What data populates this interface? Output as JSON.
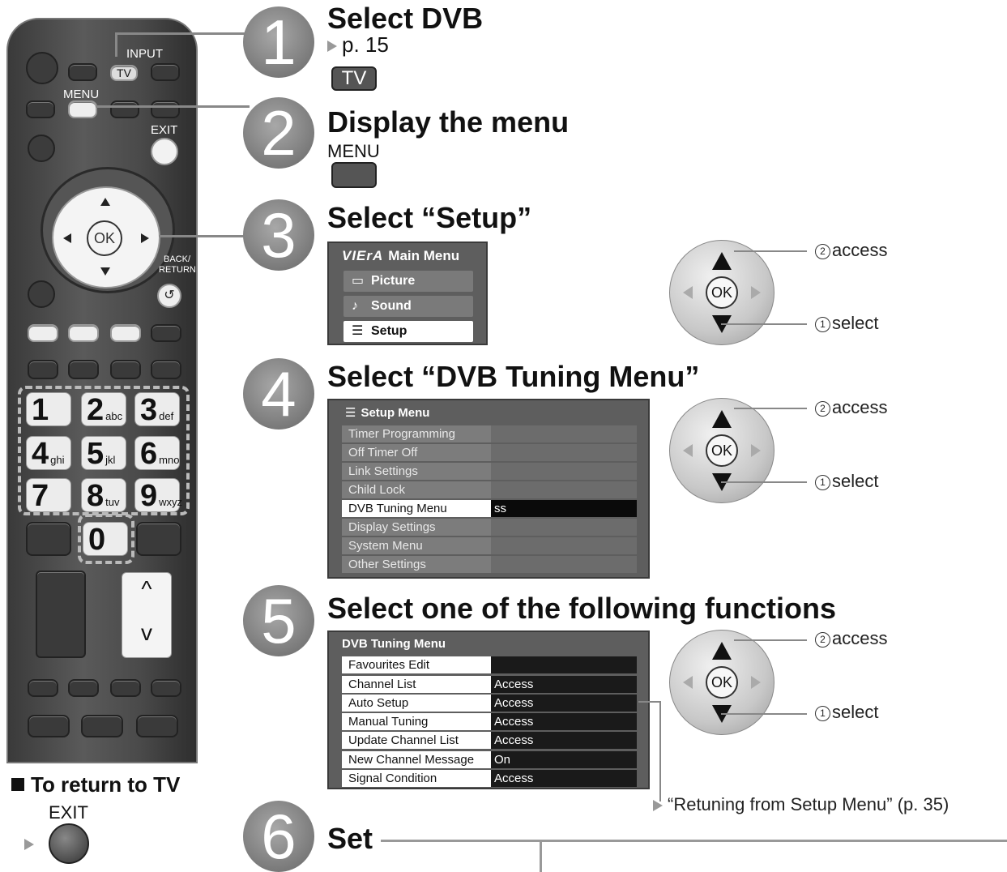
{
  "remote": {
    "input_label": "INPUT",
    "tv_label": "TV",
    "menu_label": "MENU",
    "exit_label": "EXIT",
    "ok_label": "OK",
    "back_label_1": "BACK/",
    "back_label_2": "RETURN",
    "keys": [
      {
        "num": "1",
        "sub": ""
      },
      {
        "num": "2",
        "sub": "abc"
      },
      {
        "num": "3",
        "sub": "def"
      },
      {
        "num": "4",
        "sub": "ghi"
      },
      {
        "num": "5",
        "sub": "jkl"
      },
      {
        "num": "6",
        "sub": "mno"
      },
      {
        "num": "7",
        "sub": ""
      },
      {
        "num": "8",
        "sub": "tuv"
      },
      {
        "num": "9",
        "sub": "wxyz"
      },
      {
        "num": "0",
        "sub": ""
      }
    ],
    "ch_up": "^",
    "ch_down": "v"
  },
  "return_to_tv": {
    "title": "To return to TV",
    "exit_label": "EXIT"
  },
  "steps": [
    {
      "num": "1",
      "title": "Select DVB",
      "ref": "p. 15",
      "key": "TV"
    },
    {
      "num": "2",
      "title": "Display the menu",
      "key": "MENU"
    },
    {
      "num": "3",
      "title": "Select “Setup”"
    },
    {
      "num": "4",
      "title": "Select “DVB Tuning Menu”"
    },
    {
      "num": "5",
      "title": "Select one of the following functions"
    },
    {
      "num": "6",
      "title": "Set"
    }
  ],
  "main_menu": {
    "logo": "VIErA",
    "title": "Main Menu",
    "items": [
      "Picture",
      "Sound",
      "Setup"
    ],
    "selected": "Setup"
  },
  "setup_menu": {
    "title": "Setup Menu",
    "items": [
      {
        "label": "Timer Programming",
        "value": ""
      },
      {
        "label": "Off Timer Off",
        "value": ""
      },
      {
        "label": "Link Settings",
        "value": ""
      },
      {
        "label": "Child Lock",
        "value": ""
      },
      {
        "label": "DVB Tuning Menu",
        "value": "ss"
      },
      {
        "label": "Display Settings",
        "value": ""
      },
      {
        "label": "System Menu",
        "value": ""
      },
      {
        "label": "Other Settings",
        "value": ""
      }
    ],
    "selected": "DVB Tuning Menu"
  },
  "dvb_menu": {
    "title": "DVB Tuning Menu",
    "items": [
      {
        "label": "Favourites Edit",
        "value": ""
      },
      {
        "label": "Channel List",
        "value": "Access"
      },
      {
        "label": "Auto Setup",
        "value": "Access"
      },
      {
        "label": "Manual Tuning",
        "value": "Access"
      },
      {
        "label": "Update Channel List",
        "value": "Access"
      },
      {
        "label": "New Channel Message",
        "value": "On"
      },
      {
        "label": "Signal Condition",
        "value": "Access"
      }
    ]
  },
  "ok_pad": {
    "ok_label": "OK",
    "access_num": "②",
    "access_label": "access",
    "select_num": "①",
    "select_label": "select"
  },
  "retuning_note": "“Retuning from Setup Menu” (p. 35)"
}
